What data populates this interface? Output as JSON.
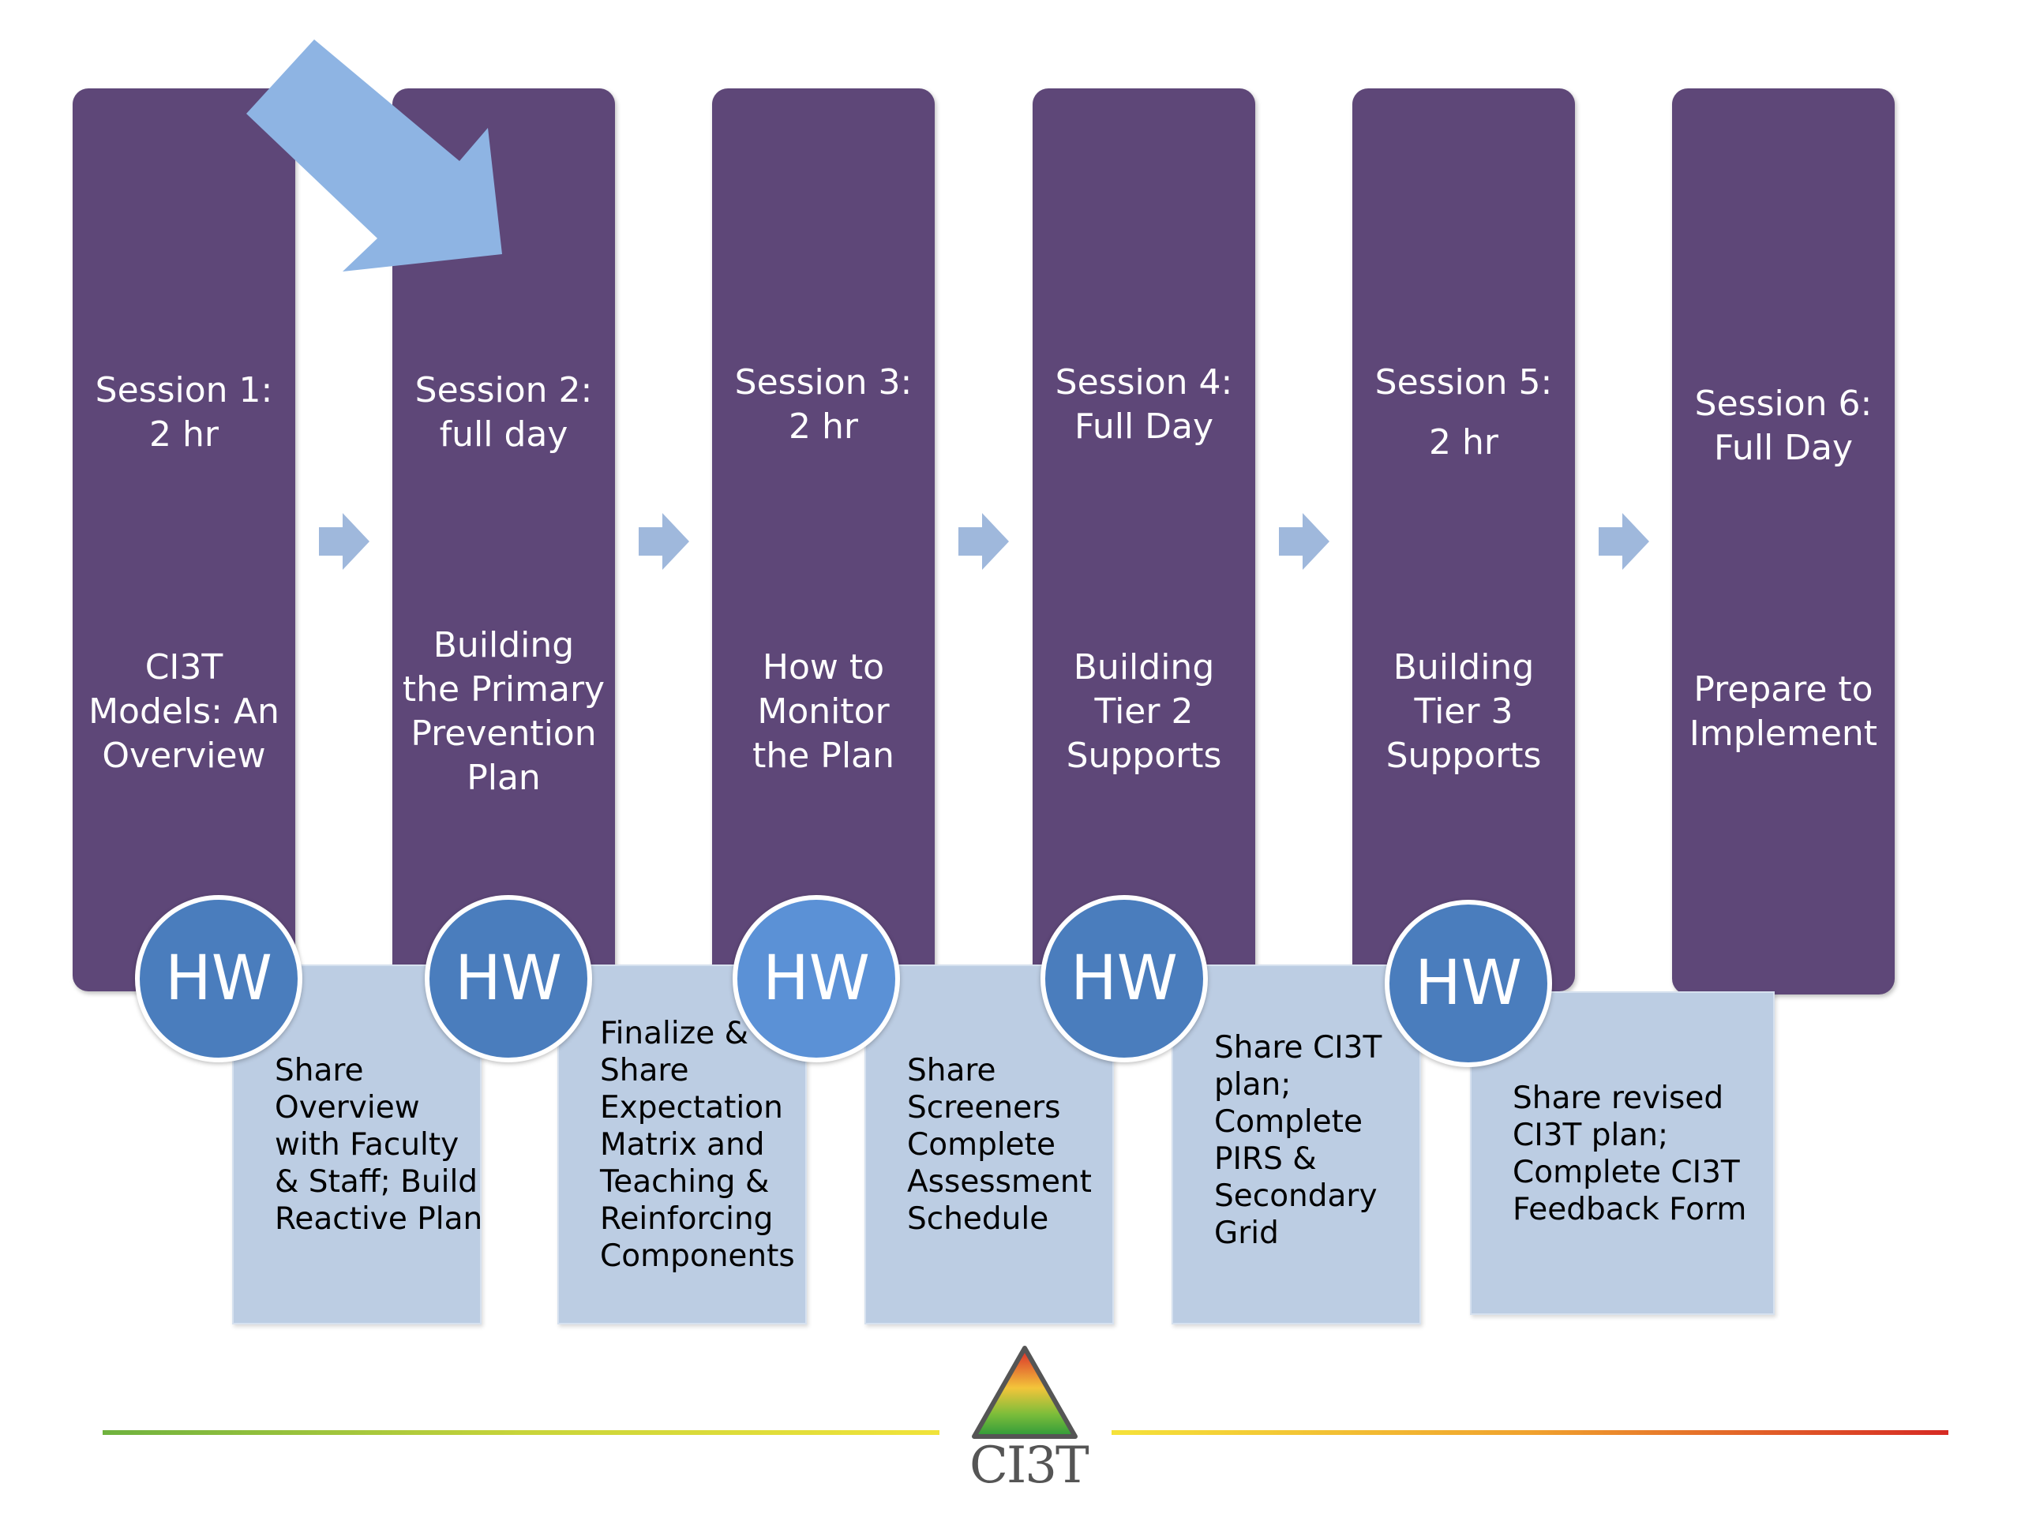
{
  "sessions": [
    {
      "head": "Session 1:\n2 hr",
      "topic": "CI3T\nModels: An\nOverview"
    },
    {
      "head": "Session 2:\nfull day",
      "topic": "Building\nthe Primary\nPrevention\nPlan"
    },
    {
      "head": "Session 3:\n2 hr",
      "topic": "How to\nMonitor\nthe Plan"
    },
    {
      "head": "Session 4:\nFull Day",
      "topic": "Building\nTier 2\nSupports"
    },
    {
      "head": "Session 5:\n2 hr",
      "topic": "Building\nTier 3\nSupports"
    },
    {
      "head": "Session 6:\nFull Day",
      "topic": "Prepare to\nImplement"
    }
  ],
  "homework": [
    {
      "badge": "HW",
      "lines": [
        "Share",
        "Overview",
        "with Faculty",
        "& Staff; Build",
        "Reactive Plan"
      ]
    },
    {
      "badge": "HW",
      "lines": [
        "Finalize &",
        "Share",
        "Expectation",
        "Matrix and",
        "Teaching &",
        "Reinforcing",
        "Components"
      ]
    },
    {
      "badge": "HW",
      "lines": [
        "Share",
        "Screeners",
        "Complete",
        "Assessment",
        "Schedule"
      ]
    },
    {
      "badge": "HW",
      "lines": [
        "Share CI3T",
        "plan;",
        "Complete",
        "PIRS &",
        "Secondary",
        "Grid"
      ]
    },
    {
      "badge": "HW",
      "lines": [
        "Share revised",
        "CI3T plan;",
        "Complete CI3T",
        "Feedback Form"
      ]
    }
  ],
  "logo": {
    "text": "CI3T"
  },
  "colors": {
    "session_fill": "#5e4778",
    "hw_box_fill": "#bccde3",
    "hw_badge_fill": "#4a7dbd",
    "arrow_fill": "#9fb8dc",
    "highlight_arrow": "#8eb4e3"
  }
}
